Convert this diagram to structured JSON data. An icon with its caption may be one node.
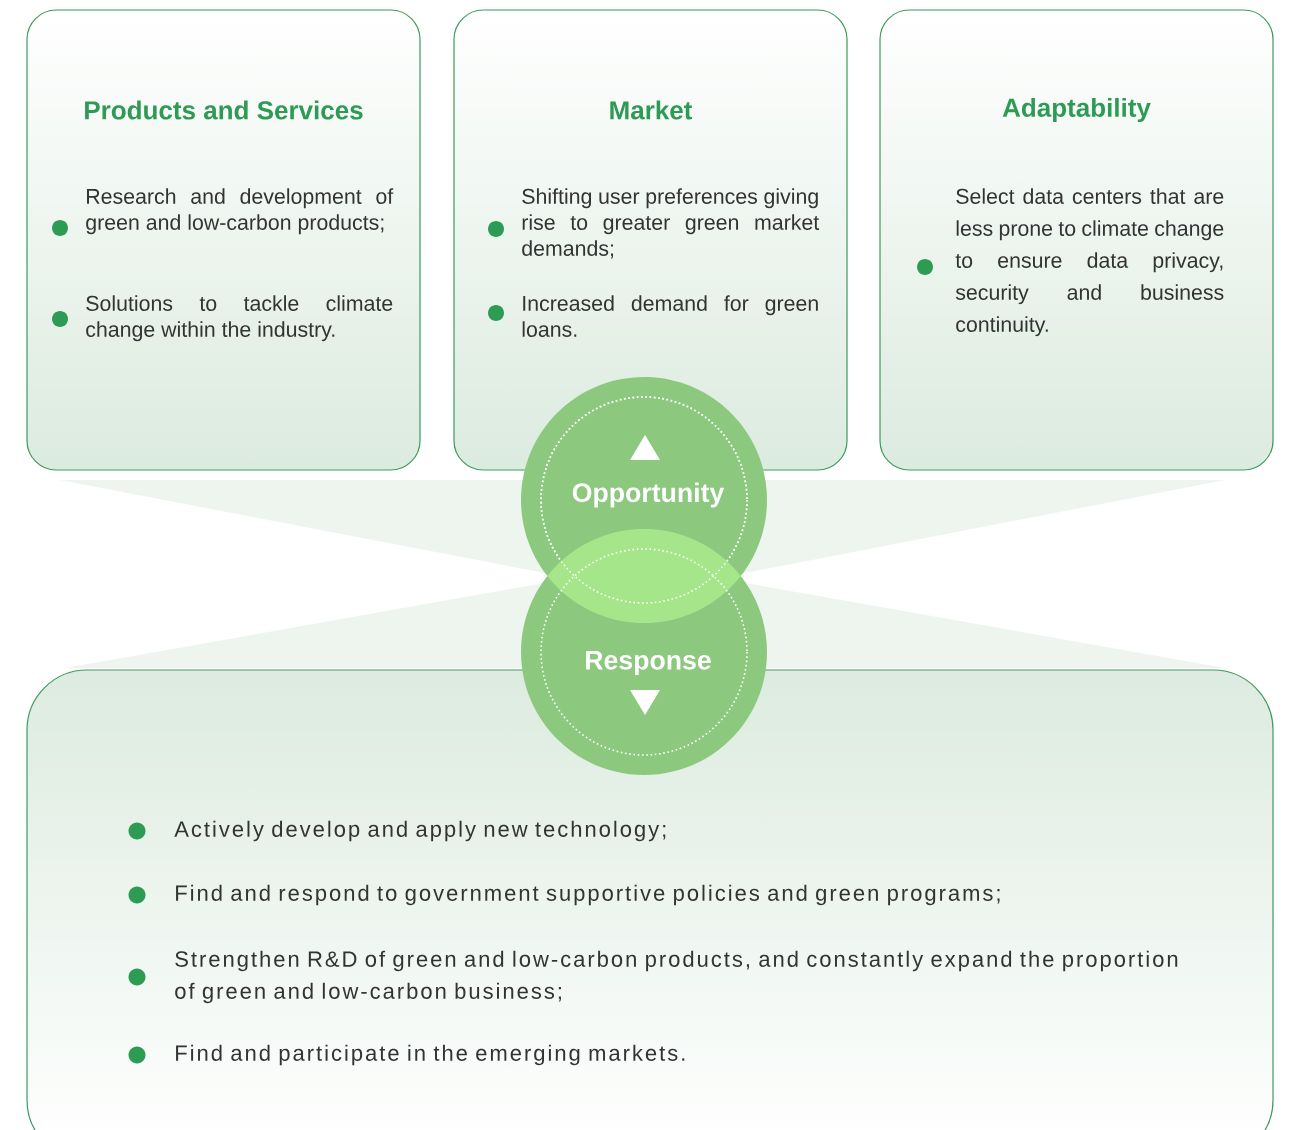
{
  "diagram": {
    "nodes": [
      {
        "text": [
          "Products and Services",
          "Research and development of green and low-carbon products;",
          "Solutions to tackle climate change within the industry."
        ]
      },
      {
        "text": [
          "Market",
          "Shifting user preferences giving rise to greater green market demands;",
          "Increased demand for green loans."
        ]
      },
      {
        "text": [
          "Adaptability",
          "Select data centers that are less prone to climate change to ensure data privacy, security and business continuity."
        ]
      },
      {
        "text": [
          "Opportunity"
        ]
      },
      {
        "text": [
          "Response"
        ]
      },
      {
        "text": [
          "Actively develop and apply new technology;",
          "Find and respond to government supportive policies and green programs;",
          "Strengthen R&D of green and low-carbon products, and constantly expand the proportion of green and low-carbon business;",
          "Find and participate in the emerging markets."
        ]
      }
    ]
  }
}
